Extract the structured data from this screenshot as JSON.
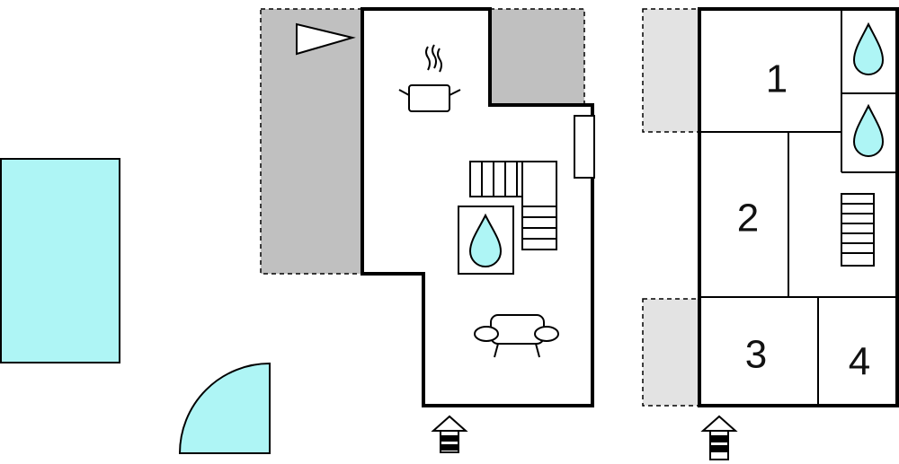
{
  "colors": {
    "wall": "#000000",
    "terrace_dark": "#c0c0c0",
    "terrace_light": "#e3e3e3",
    "water": "#aef5f5",
    "background": "#ffffff"
  },
  "icons": [
    "pool",
    "terrace-umbrella",
    "triangle-sign",
    "kitchen-pot",
    "stairs",
    "bathroom-drop",
    "sofa",
    "entrance",
    "door"
  ],
  "ground_floor": {
    "icons": [
      "cooking-pot-icon",
      "stairs-icon",
      "bathroom-drop-icon",
      "sofa-icon",
      "entrance-icon"
    ]
  },
  "upper_floor": {
    "rooms": [
      {
        "label": "1"
      },
      {
        "label": "2"
      },
      {
        "label": "3"
      },
      {
        "label": "4"
      }
    ],
    "icons": [
      "bathroom-drop-icon",
      "bathroom-drop-icon",
      "stairs-icon",
      "entrance-icon"
    ]
  }
}
